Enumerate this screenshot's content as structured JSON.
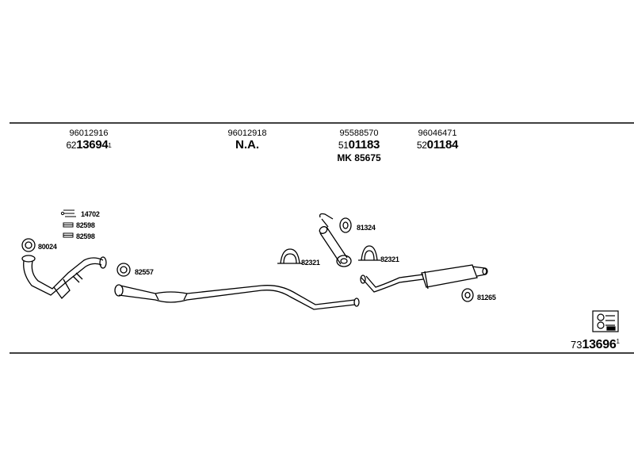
{
  "header": {
    "columns": [
      {
        "oem": "96012916",
        "ref_prefix": "62",
        "ref_main": "13694",
        "ref_sup": "1"
      },
      {
        "oem": "96012918",
        "na": "N.A."
      },
      {
        "oem": "95588570",
        "ref_prefix": "51",
        "ref_main": "01183",
        "mk": "MK 85675"
      },
      {
        "oem": "96046471",
        "ref_prefix": "52",
        "ref_main": "01184"
      }
    ]
  },
  "parts": [
    {
      "label": "14702",
      "icon": "bolt-set-icon"
    },
    {
      "label": "82598",
      "icon": "clamp-icon"
    },
    {
      "label": "82598",
      "icon": "clamp-icon"
    },
    {
      "label": "80024",
      "icon": "gasket-ring-icon"
    },
    {
      "label": "82557",
      "icon": "gasket-ring-icon"
    },
    {
      "label": "81324",
      "icon": "rubber-mount-icon"
    },
    {
      "label": "82321",
      "icon": "u-clamp-icon"
    },
    {
      "label": "82321",
      "icon": "u-clamp-icon"
    },
    {
      "label": "81265",
      "icon": "rubber-mount-icon"
    }
  ],
  "footer": {
    "ref_prefix": "73",
    "ref_main": "13696",
    "ref_sup": "1",
    "icon": "tool-symbol-icon"
  },
  "colors": {
    "ink": "#000000",
    "background": "#ffffff"
  }
}
